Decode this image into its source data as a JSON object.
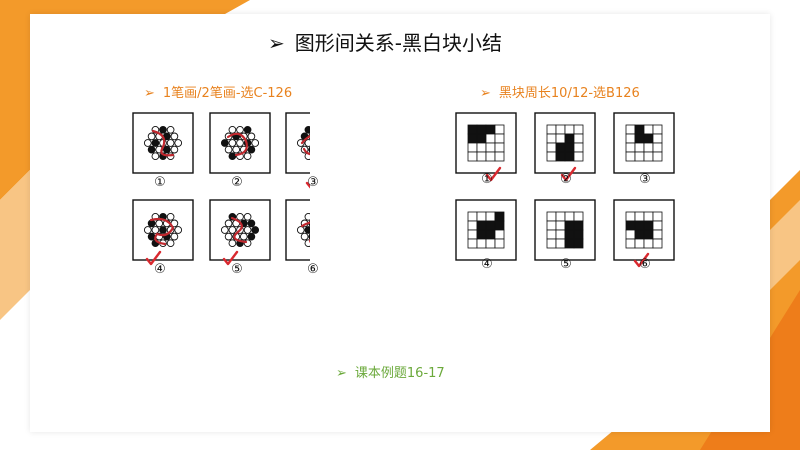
{
  "slide": {
    "title": "图形间关系-黑白块小结",
    "bullet_glyph": "➢",
    "accent_color": "#F08A1E",
    "sections": {
      "left": {
        "heading": "1笔画/2笔画-选C-126",
        "labels": [
          "①",
          "②",
          "③",
          "④",
          "⑤",
          "⑥"
        ],
        "checked": [
          "③",
          "④",
          "⑤"
        ]
      },
      "right": {
        "heading": "黑块周长10/12-选B126",
        "labels": [
          "①",
          "②",
          "③",
          "④",
          "⑤",
          "⑥"
        ],
        "checked": [
          "①",
          "②",
          "⑥"
        ]
      },
      "bottom": {
        "heading": "课本例题16-17"
      }
    }
  }
}
